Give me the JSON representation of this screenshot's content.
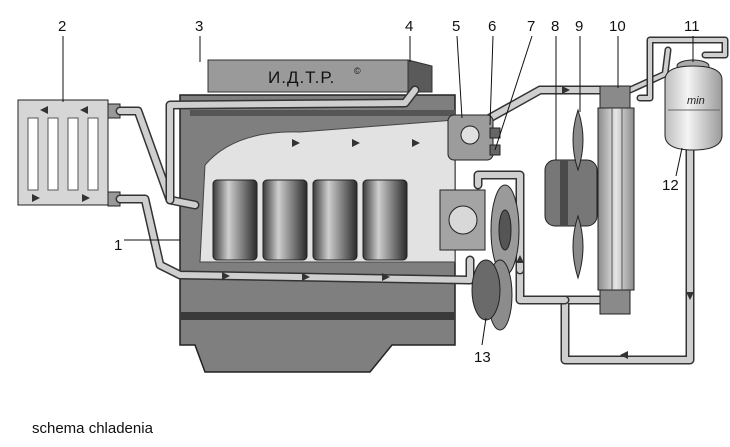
{
  "engine_label": "И.Д.Т.Р.",
  "engine_label_mark": "©",
  "tank_level_label": "min",
  "callouts": [
    "1",
    "2",
    "3",
    "4",
    "5",
    "6",
    "7",
    "8",
    "9",
    "10",
    "11",
    "12",
    "13"
  ],
  "caption": "schema chladenia",
  "colors": {
    "coolant": "#e0e0e0",
    "engine": "#7d7d7d",
    "pipe": "#cfcfcf",
    "outline": "#222222"
  }
}
